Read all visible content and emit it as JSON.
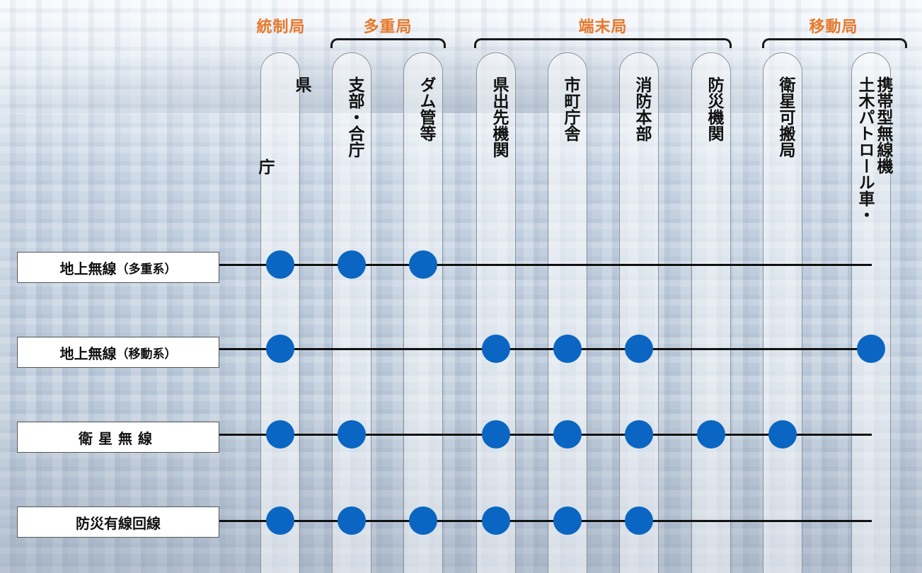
{
  "groups": [
    {
      "id": "control",
      "label": "統制局"
    },
    {
      "id": "multiplex",
      "label": "多重局"
    },
    {
      "id": "terminal",
      "label": "端末局"
    },
    {
      "id": "mobile",
      "label": "移動局"
    }
  ],
  "columns": [
    {
      "id": "prefecture",
      "lines": [
        "県",
        "",
        "庁"
      ]
    },
    {
      "id": "branch",
      "lines": [
        "支部・合庁"
      ]
    },
    {
      "id": "dam",
      "lines": [
        "ダム管等"
      ]
    },
    {
      "id": "pref-office",
      "lines": [
        "県出先機関"
      ]
    },
    {
      "id": "municipal",
      "lines": [
        "市町庁舎"
      ]
    },
    {
      "id": "fire",
      "lines": [
        "消防本部"
      ]
    },
    {
      "id": "disaster",
      "lines": [
        "防災機関"
      ]
    },
    {
      "id": "satellite-portable",
      "lines": [
        "衛星可搬局"
      ]
    },
    {
      "id": "handheld",
      "lines": [
        "携帯型無線機",
        "土木パトロール車・"
      ]
    }
  ],
  "rows": [
    {
      "id": "terrestrial-multiplex",
      "label_main": "地上無線",
      "label_paren": "（多重系）",
      "nodes": [
        0,
        1,
        2
      ]
    },
    {
      "id": "terrestrial-mobile",
      "label_main": "地上無線",
      "label_paren": "（移動系）",
      "nodes": [
        0,
        3,
        4,
        5,
        8
      ]
    },
    {
      "id": "satellite",
      "label_main": "衛星無線",
      "label_paren": "",
      "nodes": [
        0,
        1,
        3,
        4,
        5,
        6,
        7
      ]
    },
    {
      "id": "wired",
      "label_main": "防災有線回線",
      "label_paren": "",
      "nodes": [
        0,
        1,
        2,
        3,
        4,
        5
      ]
    }
  ],
  "colors": {
    "accent_orange": "#e8782a",
    "node_blue": "#0a66c2",
    "line": "#111111"
  }
}
